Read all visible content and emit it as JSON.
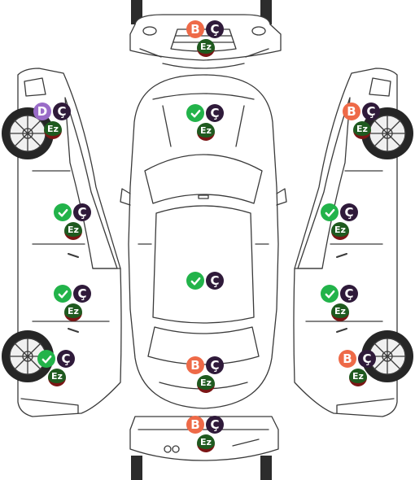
{
  "colors": {
    "boyali": "#ee6a48",
    "degisen": "#9a6cc8",
    "cizik": "#2f1a3a",
    "ezik": "#1f5a1f",
    "orijinal": "#22b34a"
  },
  "labels": {
    "boyali": "B",
    "degisen": "D",
    "cizik": "Ç",
    "ezik": "Ez"
  },
  "icons": {
    "orijinal": "check-icon"
  },
  "panels": [
    {
      "id": "front-bumper",
      "status": "boyali",
      "cizik": true,
      "ezik": true
    },
    {
      "id": "hood",
      "status": "orijinal",
      "cizik": true,
      "ezik": true
    },
    {
      "id": "roof",
      "status": "orijinal",
      "cizik": true,
      "ezik": false
    },
    {
      "id": "trunk",
      "status": "boyali",
      "cizik": true,
      "ezik": true
    },
    {
      "id": "rear-bumper",
      "status": "boyali",
      "cizik": true,
      "ezik": true
    },
    {
      "id": "left-front-fender",
      "status": "degisen",
      "cizik": true,
      "ezik": true
    },
    {
      "id": "left-front-door",
      "status": "orijinal",
      "cizik": true,
      "ezik": true
    },
    {
      "id": "left-rear-door",
      "status": "orijinal",
      "cizik": true,
      "ezik": true
    },
    {
      "id": "left-rear-fender",
      "status": "orijinal",
      "cizik": true,
      "ezik": true
    },
    {
      "id": "right-front-fender",
      "status": "boyali",
      "cizik": true,
      "ezik": true
    },
    {
      "id": "right-front-door",
      "status": "orijinal",
      "cizik": true,
      "ezik": true
    },
    {
      "id": "right-rear-door",
      "status": "orijinal",
      "cizik": true,
      "ezik": true
    },
    {
      "id": "right-rear-fender",
      "status": "boyali",
      "cizik": true,
      "ezik": true
    }
  ]
}
